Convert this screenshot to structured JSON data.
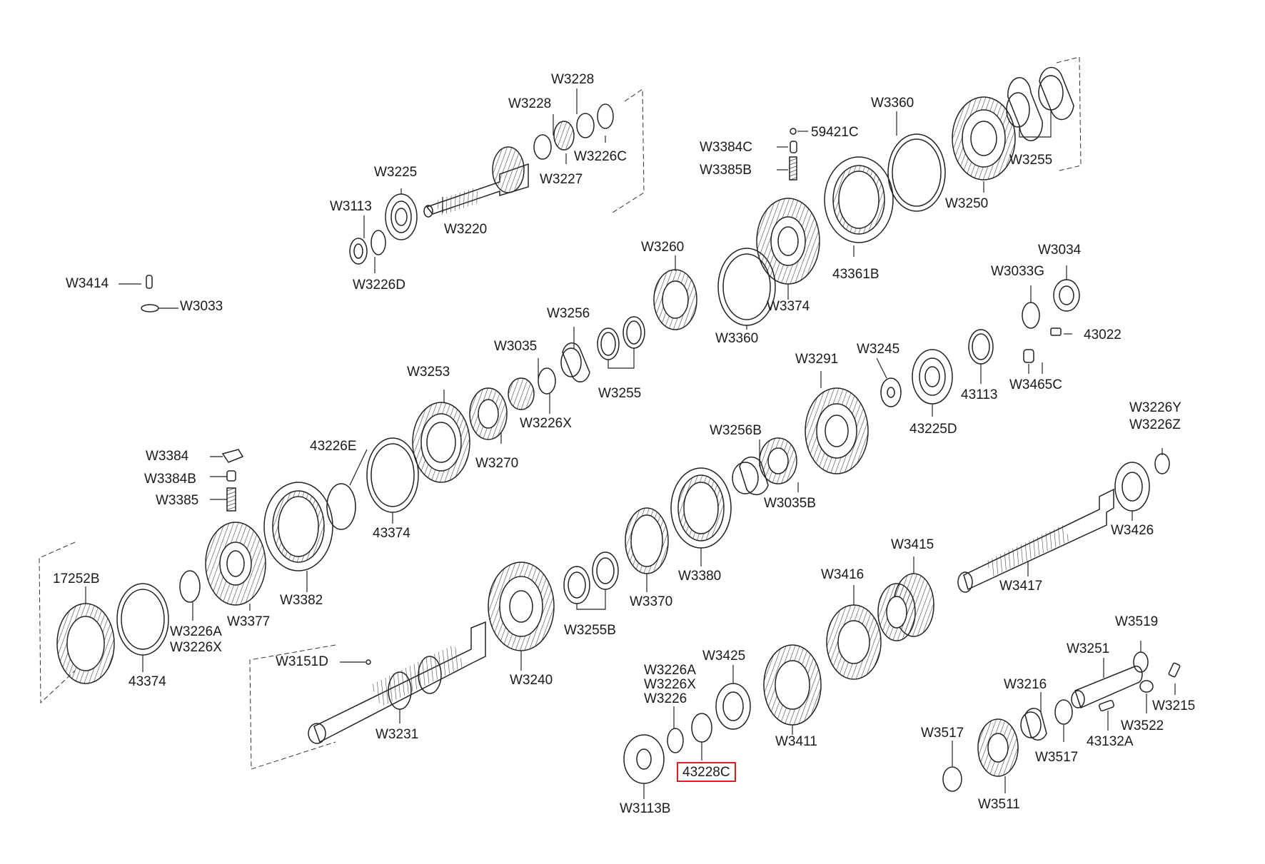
{
  "highlight_color": "#e21b23",
  "line_color": "#222222",
  "highlighted_part": "43228C",
  "labels": {
    "w3228_top": "W3228",
    "w3228_left": "W3228",
    "w3226c": "W3226C",
    "w3227": "W3227",
    "w3225": "W3225",
    "w3113": "W3113",
    "w3220": "W3220",
    "w3226d": "W3226D",
    "w3414": "W3414",
    "w3033": "W3033",
    "w3360_top": "W3360",
    "p59421c": "59421C",
    "w3384c": "W3384C",
    "w3385b": "W3385B",
    "w3250": "W3250",
    "w3255_top": "W3255",
    "w3260": "W3260",
    "w3374": "W3374",
    "p43361b": "43361B",
    "w3360_mid": "W3360",
    "w3034": "W3034",
    "w3033g": "W3033G",
    "p43022": "43022",
    "w3256": "W3256",
    "w3035": "W3035",
    "w3255_mid": "W3255",
    "w3253": "W3253",
    "w3226x_mid": "W3226X",
    "w3270": "W3270",
    "w3245": "W3245",
    "w3291": "W3291",
    "p43113": "43113",
    "w3465c": "W3465C",
    "p43225d": "43225D",
    "w3384": "W3384",
    "w3384b": "W3384B",
    "w3385": "W3385",
    "p43226e": "43226E",
    "p43374_mid": "43374",
    "w3256b": "W3256B",
    "w3035b": "W3035B",
    "w3226y": "W3226Y",
    "w3226z": "W3226Z",
    "w3426": "W3426",
    "p17252b": "17252B",
    "w3377": "W3377",
    "w3382": "W3382",
    "w3226a_left": "W3226A",
    "w3226x_left": "W3226X",
    "p43374_left": "43374",
    "w3370": "W3370",
    "w3380": "W3380",
    "w3255b": "W3255B",
    "w3240": "W3240",
    "w3415": "W3415",
    "w3416": "W3416",
    "w3417": "W3417",
    "w3151d": "W3151D",
    "w3231": "W3231",
    "w3425": "W3425",
    "w3226a_low": "W3226A",
    "w3226x_low": "W3226X",
    "w3226_low": "W3226",
    "p43228c": "43228C",
    "w3113b": "W3113B",
    "w3411": "W3411",
    "w3519": "W3519",
    "w3251": "W3251",
    "w3216": "W3216",
    "w3215": "W3215",
    "w3522": "W3522",
    "p43132a": "43132A",
    "w3517_right": "W3517",
    "w3517_left": "W3517",
    "w3511": "W3511"
  }
}
